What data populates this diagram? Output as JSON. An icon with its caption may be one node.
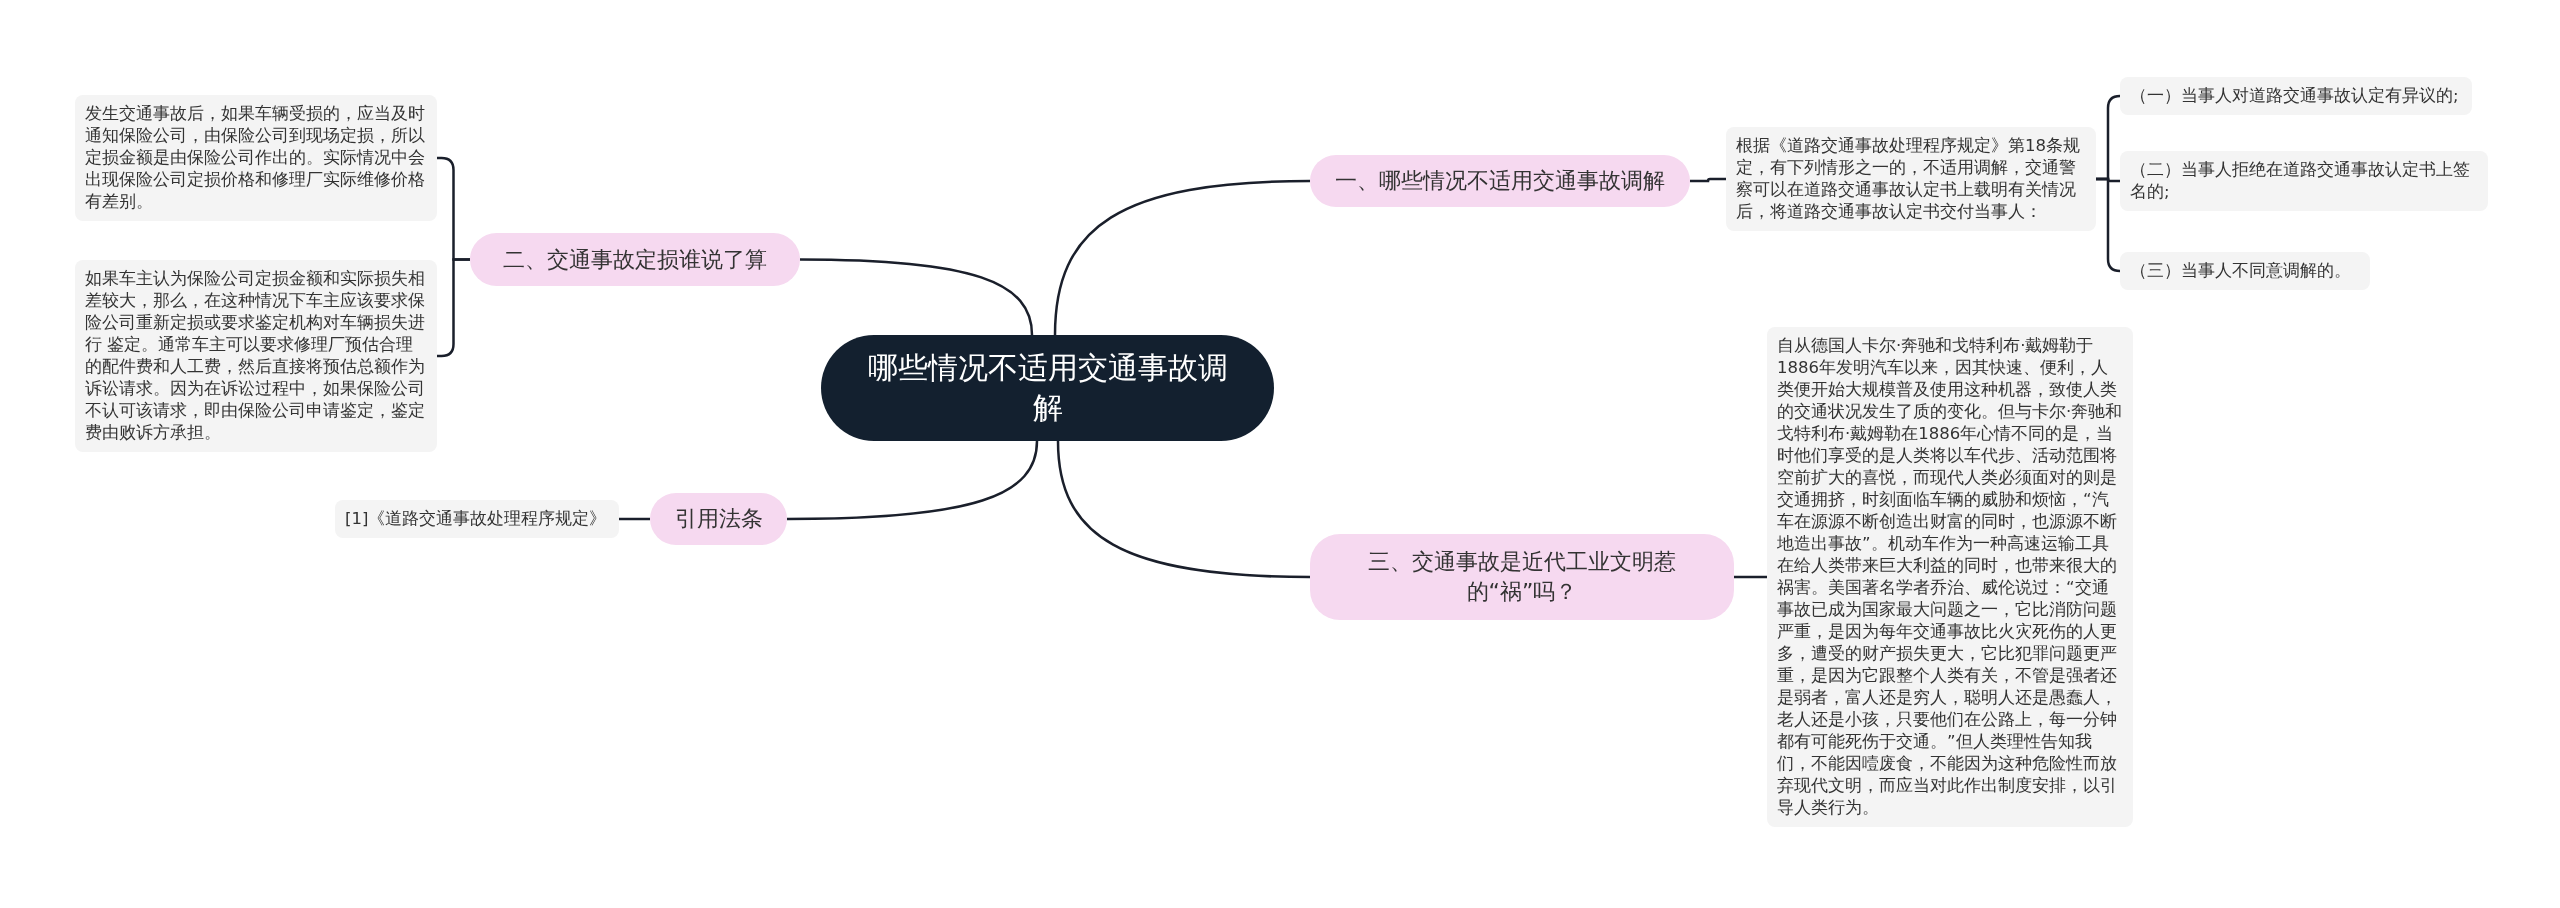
{
  "diagram": {
    "nodes": [
      {
        "text": [
          "哪些情况不适用交通事故调解"
        ]
      },
      {
        "text": [
          "一、哪些情况不适用交通事故调解"
        ]
      },
      {
        "text": [
          "根据《道路交通事故处理程序规定》第18条规定，有下列情形之一的，不适用调解，交通警察可以在道路交通事故认定书上载明有关情况后，将道路交通事故认定书交付当事人："
        ]
      },
      {
        "text": [
          "（一）当事人对道路交通事故认定有异议的;"
        ]
      },
      {
        "text": [
          "（二）当事人拒绝在道路交通事故认定书上签名的;"
        ]
      },
      {
        "text": [
          "（三）当事人不同意调解的。"
        ]
      },
      {
        "text": [
          "二、交通事故定损谁说了算"
        ]
      },
      {
        "text": [
          "发生交通事故后，如果车辆受损的，应当及时通知保险公司，由保险公司到现场定损，所以定损金额是由保险公司作出的。实际情况中会出现保险公司定损价格和修理厂实际维修价格有差别。"
        ]
      },
      {
        "text": [
          "如果车主认为保险公司定损金额和实际损失相差较大，那么，在这种情况下车主应该要求保险公司重新定损或要求鉴定机构对车辆损失进行 鉴定。通常车主可以要求修理厂预估合理的配件费和人工费，然后直接将预估总额作为诉讼请求。因为在诉讼过程中，如果保险公司不认可该请求，即由保险公司申请鉴定，鉴定费由败诉方承担。"
        ]
      },
      {
        "text": [
          "引用法条"
        ]
      },
      {
        "text": [
          "[1]《道路交通事故处理程序规定》"
        ]
      },
      {
        "text": [
          "三、交通事故是近代工业文明惹的“祸”吗？"
        ]
      },
      {
        "text": [
          "自从德国人卡尔·奔驰和戈特利布·戴姆勒于1886年发明汽车以来，因其快速、便利，人类便开始大规模普及使用这种机器，致使人类的交通状况发生了质的变化。但与卡尔·奔驰和戈特利布·戴姆勒在1886年心情不同的是，当时他们享受的是人类将以车代步、活动范围将空前扩大的喜悦，而现代人类必须面对的则是交通拥挤，时刻面临车辆的威胁和烦恼，“汽车在源源不断创造出财富的同时，也源源不断地造出事故”。机动车作为一种高速运输工具在给人类带来巨大利益的同时，也带来很大的祸害。美国著名学者乔治、威伦说过：“交通事故已成为国家最大问题之一，它比消防问题严重，是因为每年交通事故比火灾死伤的人更多，遭受的财产损失更大，它比犯罪问题更严重，是因为它跟整个人类有关，不管是强者还是弱者，富人还是穷人，聪明人还是愚蠢人，老人还是小孩，只要他们在公路上，每一分钟都有可能死伤于交通。”但人类理性告知我们，不能因噎废食，不能因为这种危险性而放弃现代文明，而应当对此作出制度安排，以引导人类行为。"
        ]
      }
    ],
    "edges": [
      {
        "from": 0,
        "to": 1,
        "arrow": "none"
      },
      {
        "from": 1,
        "to": 2,
        "arrow": "none"
      },
      {
        "from": 2,
        "to": 3,
        "arrow": "none"
      },
      {
        "from": 2,
        "to": 4,
        "arrow": "none"
      },
      {
        "from": 2,
        "to": 5,
        "arrow": "none"
      },
      {
        "from": 0,
        "to": 6,
        "arrow": "none"
      },
      {
        "from": 6,
        "to": 7,
        "arrow": "none"
      },
      {
        "from": 6,
        "to": 8,
        "arrow": "none"
      },
      {
        "from": 0,
        "to": 9,
        "arrow": "none"
      },
      {
        "from": 9,
        "to": 10,
        "arrow": "none"
      },
      {
        "from": 0,
        "to": 11,
        "arrow": "none"
      },
      {
        "from": 11,
        "to": 12,
        "arrow": "none"
      }
    ]
  }
}
